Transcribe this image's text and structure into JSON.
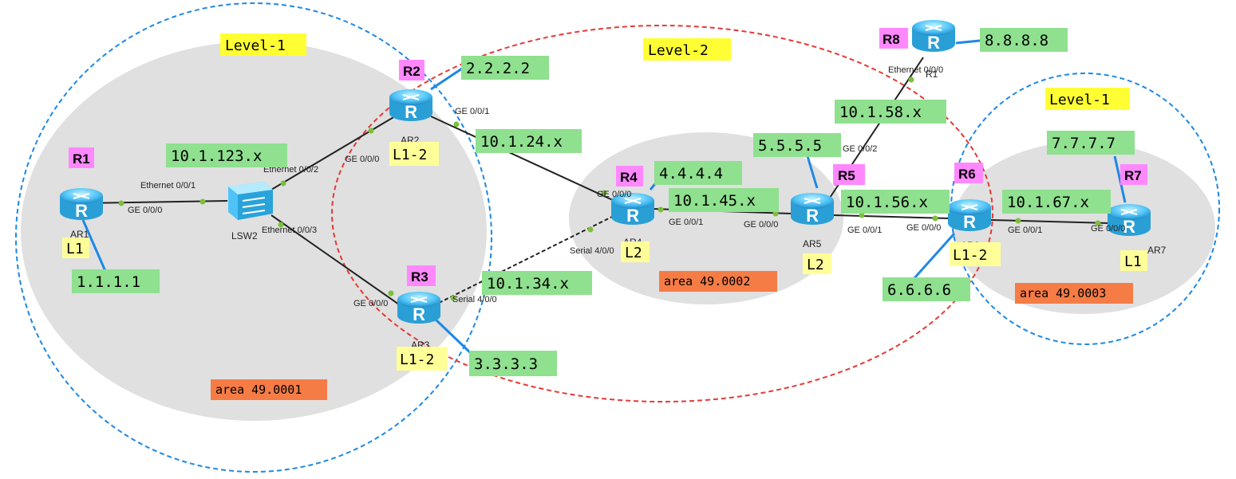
{
  "colors": {
    "level1_ring": "#1e88e5",
    "level2_ring": "#e53935",
    "area_fill": "#e0e0e0",
    "ip_box": "#8fe08f",
    "router_tag": "#ff88ff",
    "level_tag": "#ffff66",
    "type_tag": "#ffff99",
    "area_tag": "#f57c45",
    "link": "#222222",
    "loopback": "#1e88e5",
    "port_dot": "#7cbf3a"
  },
  "levels": [
    {
      "id": "left",
      "label": "Level-1"
    },
    {
      "id": "mid",
      "label": "Level-2"
    },
    {
      "id": "right",
      "label": "Level-1"
    }
  ],
  "areas": [
    {
      "id": "a1",
      "label": "area 49.0001"
    },
    {
      "id": "a2",
      "label": "area 49.0002"
    },
    {
      "id": "a3",
      "label": "area 49.0003"
    }
  ],
  "routers": [
    {
      "id": "ar1",
      "name": "AR1",
      "tag": "R1",
      "type": "L1",
      "loopback": "1.1.1.1"
    },
    {
      "id": "ar2",
      "name": "AR2",
      "tag": "R2",
      "type": "L1-2",
      "loopback": "2.2.2.2"
    },
    {
      "id": "ar3",
      "name": "AR3",
      "tag": "R3",
      "type": "L1-2",
      "loopback": "3.3.3.3"
    },
    {
      "id": "ar4",
      "name": "AR4",
      "tag": "R4",
      "type": "L2",
      "loopback": "4.4.4.4"
    },
    {
      "id": "ar5",
      "name": "AR5",
      "tag": "R5",
      "type": "L2",
      "loopback": "5.5.5.5"
    },
    {
      "id": "ar6",
      "name": "AR6",
      "tag": "R6",
      "type": "L1-2",
      "loopback": "6.6.6.6"
    },
    {
      "id": "ar7",
      "name": "AR7",
      "tag": "R7",
      "type": "L1",
      "loopback": "7.7.7.7"
    },
    {
      "id": "r1",
      "name": "R1",
      "tag": "R8",
      "type": "",
      "loopback": "8.8.8.8"
    }
  ],
  "switch": {
    "name": "LSW2"
  },
  "subnets": [
    "10.1.123.x",
    "10.1.24.x",
    "10.1.34.x",
    "10.1.45.x",
    "10.1.56.x",
    "10.1.67.x",
    "10.1.58.x"
  ],
  "ports": [
    "Ethernet 0/0/1",
    "GE 0/0/0",
    "Ethernet 0/0/2",
    "Ethernet 0/0/3",
    "GE 0/0/0",
    "GE 0/0/1",
    "GE 0/0/0",
    "Serial 4/0/0",
    "GE 0/0/0",
    "Serial 4/0/0",
    "GE 0/0/1",
    "GE 0/0/0",
    "GE 0/0/2",
    "GE 0/0/1",
    "GE 0/0/0",
    "GE 0/0/1",
    "GE 0/0/0",
    "Ethernet 0/0/0"
  ]
}
